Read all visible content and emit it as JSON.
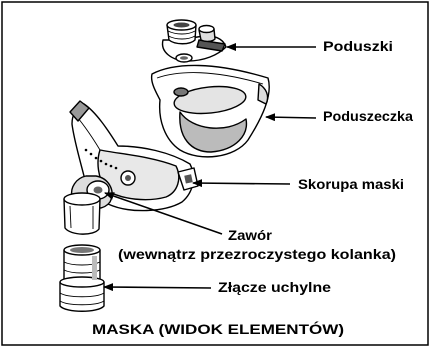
{
  "diagram": {
    "title": "MASKA (WIDOK ELEMENTÓW)",
    "labels": {
      "pillows": "Poduszki",
      "cushion": "Poduszeczka",
      "shell": "Skorupa maski",
      "valve_line1": "Zawór",
      "valve_line2": "(wewnątrz przezroczystego kolanka)",
      "swivel": "Złącze uchylne"
    },
    "colors": {
      "line": "#000000",
      "shading": "#999999",
      "background": "#ffffff"
    }
  }
}
